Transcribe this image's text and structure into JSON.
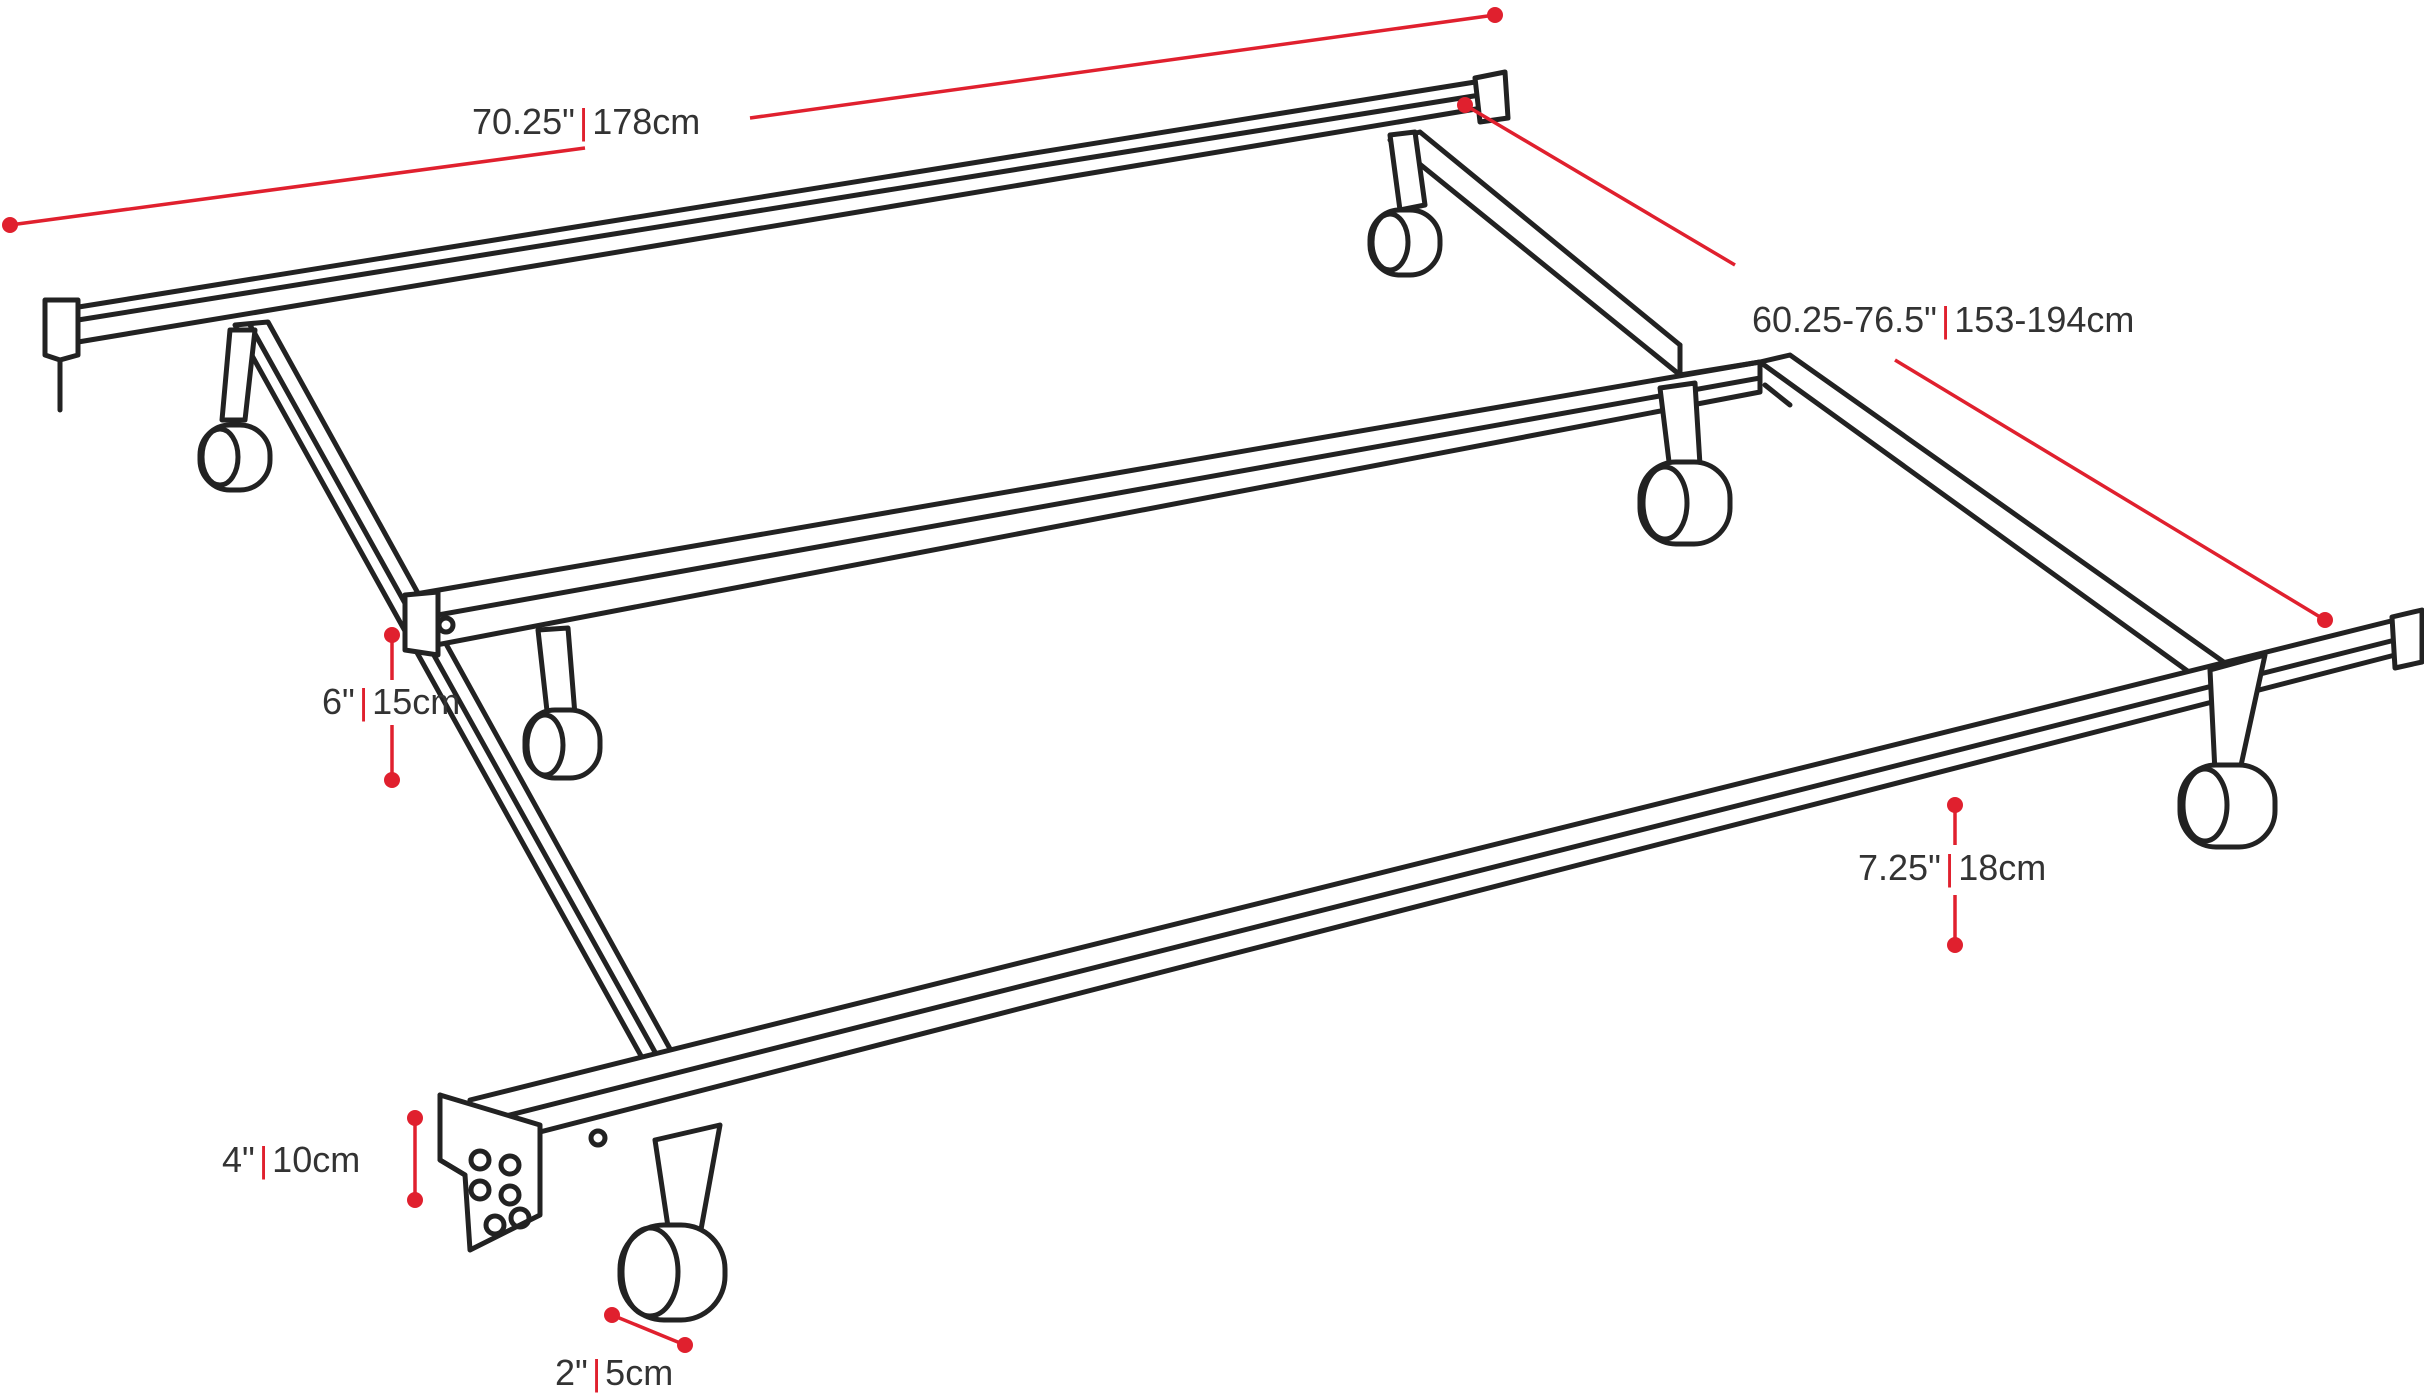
{
  "colors": {
    "frame_stroke": "#222222",
    "dimension_accent": "#e0202e",
    "label_text": "#333333",
    "background": "#ffffff"
  },
  "dimensions": {
    "length": {
      "imperial": "70.25\"",
      "metric": "178cm"
    },
    "width": {
      "imperial": "60.25-76.5\"",
      "metric": "153-194cm"
    },
    "leg_height": {
      "imperial": "6\"",
      "metric": "15cm"
    },
    "rail_height": {
      "imperial": "7.25\"",
      "metric": "18cm"
    },
    "bracket_height": {
      "imperial": "4\"",
      "metric": "10cm"
    },
    "caster_width": {
      "imperial": "2\"",
      "metric": "5cm"
    },
    "separator": "|"
  }
}
